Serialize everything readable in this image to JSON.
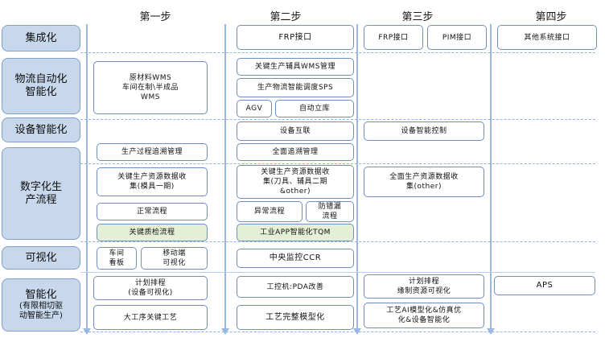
{
  "columns": [
    "第一步",
    "第二步",
    "第三步",
    "第四步"
  ],
  "categories": {
    "integration": "集成化",
    "logistics": "物流自动化\n智能化",
    "equipment": "设备智能化",
    "digital_process": "数字化生\n产流程",
    "visualization": "可视化",
    "intelligent_title": "智能化",
    "intelligent_sub": "(有限相切驱\n动智能生产)"
  },
  "boxes": {
    "s2_frp": "FRP接口",
    "s3_frp": "FRP接口",
    "s3_pim": "PIM接口",
    "s4_other": "其他系统接口",
    "s1_wms": "原材料WMS\n车间在制\\半成品\nWMS",
    "s2_wms": "关键生产辅具WMS管理",
    "s2_sps": "生产物流智能调度SPS",
    "s2_agv": "AGV",
    "s2_warehouse": "自动立库",
    "s2_iot": "设备互联",
    "s3_control": "设备智能控制",
    "s1_trace": "生产过程追溯管理",
    "s2_trace": "全面追溯管理",
    "s1_collect": "关键生产资源数据收\n集(模具一期)",
    "s2_collect": "关键生产资源数据收\n集(刀具、辅具二期\n&other)",
    "s3_collect": "全面生产资源数据收\n集(other)",
    "s1_normal": "正常流程",
    "s2_abnormal": "异常流程",
    "s2_antimistake": "防错漏\n流程",
    "s1_quality": "关键质检流程",
    "s2_tqm": "工业APP智能化TQM",
    "s1_board": "车间\n看板",
    "s1_mobile": "移动端\n可视化",
    "s2_ccr": "中央监控CCR",
    "s1_plan": "计划排程\n(设备可视化)",
    "s2_pda": "工控机:PDA改善",
    "s3_plan": "计划排程\n缘制资源可视化",
    "s4_aps": "APS",
    "s1_process": "大工序关键工艺",
    "s2_model": "工艺完整模型化",
    "s3_ai": "工艺AI模型化&仿真优\n化&设备智能化"
  }
}
